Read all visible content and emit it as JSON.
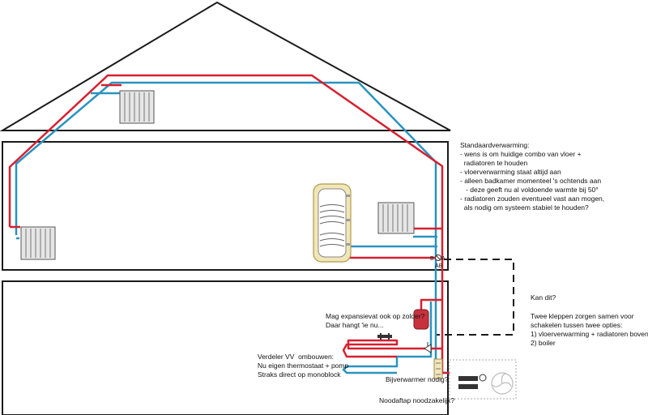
{
  "notes": {
    "standard": {
      "title": "Standaardverwarming:",
      "lines": [
        "- wens is om huidige combo van vloer +",
        "  radiatoren te houden",
        "- vloerverwarming staat altijd aan",
        "- alleen badkamer momenteel 's ochtends aan",
        "   - deze geeft nu al voldoende warmte bij 50°",
        "- radiatoren zouden eventueel vast aan mogen,",
        "  als nodig om systeem stabiel te houden?"
      ]
    },
    "kan_dit": "Kan dit?",
    "kleppen": {
      "lines": [
        "Twee kleppen zorgen samen voor",
        "schakelen tussen twee opties:",
        "1) vloerverwarming + radiatoren boven",
        "2) boiler"
      ]
    },
    "expansievat": {
      "lines": [
        "Mag expansievat ook op zolder?",
        "Daar hangt 'ie nu..."
      ]
    },
    "verdeler": {
      "lines": [
        "Verdeler VV  ombouwen:",
        "Nu eigen thermostaat + pomp",
        "Straks direct op monoblock"
      ]
    },
    "bijverwarmer": "Bijverwarmer nodig?",
    "noodaftap": "Noodaftap noodzakelijk?"
  },
  "valve_labels": {
    "b": "B",
    "a": "A",
    "ab": "AB"
  },
  "colors": {
    "supply": "#d62030",
    "return": "#2a93c0",
    "structure": "#1a1a1a"
  }
}
